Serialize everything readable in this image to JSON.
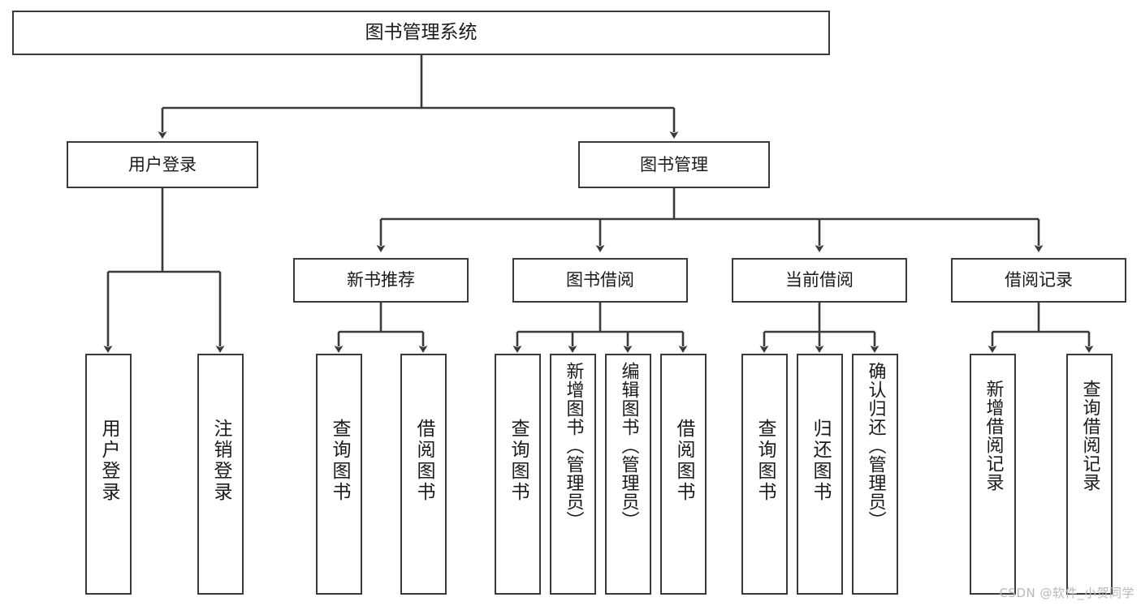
{
  "diagram": {
    "title": "图书管理系统",
    "type": "tree",
    "watermark": "CSDN @软件_小贺同学",
    "colors": {
      "stroke": "#3a3a3a",
      "fill": "#ffffff",
      "text": "#1a1a1a",
      "watermark": "#b9b9b9"
    },
    "nodes": {
      "root": {
        "label": "图书管理系统"
      },
      "level1": [
        {
          "label": "用户登录"
        },
        {
          "label": "图书管理"
        }
      ],
      "level2": [
        {
          "label": "新书推荐"
        },
        {
          "label": "图书借阅"
        },
        {
          "label": "当前借阅"
        },
        {
          "label": "借阅记录"
        }
      ],
      "login_children": [
        {
          "label": "用户登录"
        },
        {
          "label": "注销登录"
        }
      ],
      "recommend_children": [
        {
          "label": "查询图书"
        },
        {
          "label": "借阅图书"
        }
      ],
      "borrow_children": [
        {
          "label": "查询图书"
        },
        {
          "label": "新增图书（管理员）"
        },
        {
          "label": "编辑图书（管理员）"
        },
        {
          "label": "借阅图书"
        }
      ],
      "current_children": [
        {
          "label": "查询图书"
        },
        {
          "label": "归还图书"
        },
        {
          "label": "确认归还（管理员）"
        }
      ],
      "record_children": [
        {
          "label": "新增借阅记录"
        },
        {
          "label": "查询借阅记录"
        }
      ]
    }
  }
}
